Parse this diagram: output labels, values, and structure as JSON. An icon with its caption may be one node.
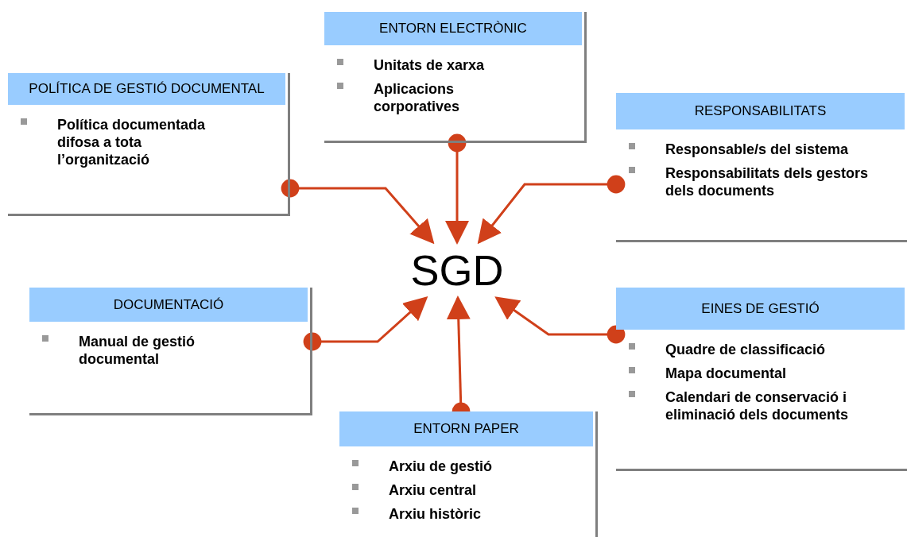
{
  "diagram": {
    "nodes": [
      {
        "text": [
          "ENTORN ELECTRÒNIC",
          "Unitats de xarxa",
          "Aplicacions corporatives"
        ]
      },
      {
        "text": [
          "POLÍTICA DE GESTIÓ DOCUMENTAL",
          "Política documentada difosa a tota l’organització"
        ]
      },
      {
        "text": [
          "RESPONSABILITATS",
          "Responsable/s del sistema",
          "Responsabilitats dels gestors dels documents"
        ]
      },
      {
        "text": [
          "SGD"
        ]
      },
      {
        "text": [
          "DOCUMENTACIÓ",
          "Manual de gestió documental"
        ]
      },
      {
        "text": [
          "EINES DE GESTIÓ",
          "Quadre de classificació",
          "Mapa documental",
          "Calendari de conservació i eliminació dels documents"
        ]
      },
      {
        "text": [
          "ENTORN PAPER",
          "Arxiu de gestió",
          "Arxiu central",
          "Arxiu històric"
        ]
      }
    ],
    "edges": [
      {
        "from": 0,
        "to": 3,
        "arrow": "to"
      },
      {
        "from": 1,
        "to": 3,
        "arrow": "to"
      },
      {
        "from": 2,
        "to": 3,
        "arrow": "to"
      },
      {
        "from": 4,
        "to": 3,
        "arrow": "to"
      },
      {
        "from": 6,
        "to": 3,
        "arrow": "to"
      },
      {
        "from": 5,
        "to": 3,
        "arrow": "to"
      }
    ]
  }
}
